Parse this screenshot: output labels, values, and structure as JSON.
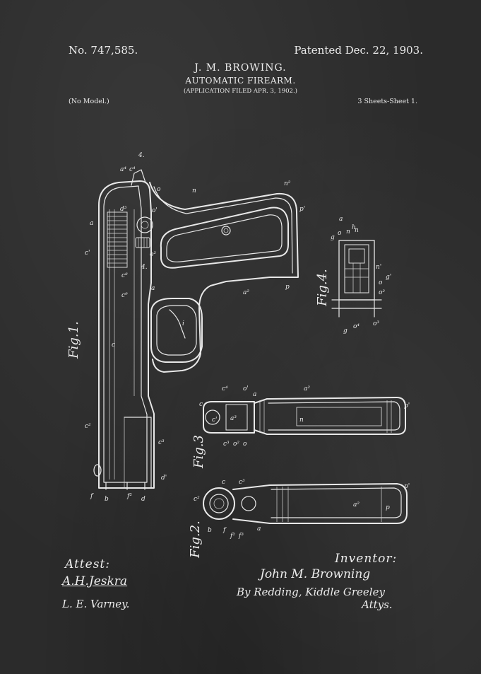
{
  "header": {
    "patent_number": "No. 747,585.",
    "patent_date": "Patented Dec. 22, 1903.",
    "inventor": "J. M. BROWING.",
    "title": "AUTOMATIC FIREARM.",
    "filed": "(APPLICATION FILED APR. 3, 1902.)",
    "model": "(No Model.)",
    "sheets": "3 Sheets-Sheet 1."
  },
  "figures": {
    "fig1": "Fig.1.",
    "fig2": "Fig.2.",
    "fig3": "Fig.3",
    "fig4": "Fig.4."
  },
  "signatures": {
    "attest_label": "Attest:",
    "witness_1": "A.H.Jeskra",
    "witness_2": "L. E. Varney.",
    "inventor_label": "Inventor:",
    "inventor_signature": "John M. Browning",
    "attorneys_line": "By Redding, Kiddle Greeley",
    "attorneys_label": "Attys."
  },
  "reference_letters": {
    "fig1": [
      "a",
      "a4",
      "c4",
      "4.",
      "d3",
      "o",
      "o1",
      "o2",
      "4.",
      "c8",
      "c9",
      "a",
      "c1",
      "c",
      "c2",
      "c3",
      "f",
      "b",
      "f2",
      "d",
      "d1",
      "n",
      "n2",
      "p1",
      "p",
      "a2",
      "i"
    ],
    "fig2": [
      "c2",
      "c",
      "c3",
      "b",
      "f",
      "f2",
      "f3",
      "a",
      "a2",
      "p",
      "p1"
    ],
    "fig3": [
      "c",
      "c4",
      "o1",
      "a",
      "a2",
      "c1",
      "a3",
      "c3",
      "o2",
      "o",
      "n",
      "p1"
    ],
    "fig4": [
      "g",
      "o",
      "n",
      "n",
      "a",
      "h",
      "n1",
      "o",
      "o2",
      "g1",
      "g",
      "o4",
      "o3"
    ]
  }
}
